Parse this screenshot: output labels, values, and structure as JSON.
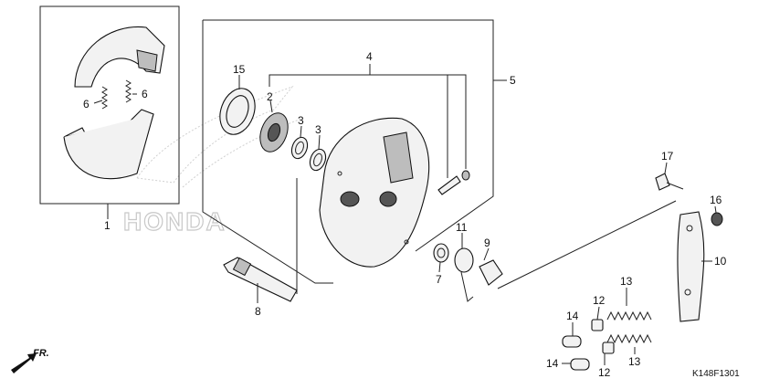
{
  "diagram": {
    "watermark": "HONDA",
    "drawing_code": "K148F1301",
    "direction_label": "FR.",
    "callouts": [
      {
        "id": "c1",
        "text": "1"
      },
      {
        "id": "c2",
        "text": "2"
      },
      {
        "id": "c3a",
        "text": "3"
      },
      {
        "id": "c3b",
        "text": "3"
      },
      {
        "id": "c4",
        "text": "4"
      },
      {
        "id": "c5",
        "text": "5"
      },
      {
        "id": "c6a",
        "text": "6"
      },
      {
        "id": "c6b",
        "text": "6"
      },
      {
        "id": "c7",
        "text": "7"
      },
      {
        "id": "c8",
        "text": "8"
      },
      {
        "id": "c9",
        "text": "9"
      },
      {
        "id": "c10",
        "text": "10"
      },
      {
        "id": "c11",
        "text": "11"
      },
      {
        "id": "c12a",
        "text": "12"
      },
      {
        "id": "c12b",
        "text": "12"
      },
      {
        "id": "c13a",
        "text": "13"
      },
      {
        "id": "c13b",
        "text": "13"
      },
      {
        "id": "c14a",
        "text": "14"
      },
      {
        "id": "c14b",
        "text": "14"
      },
      {
        "id": "c15",
        "text": "15"
      },
      {
        "id": "c16",
        "text": "16"
      },
      {
        "id": "c17",
        "text": "17"
      }
    ],
    "colors": {
      "line": "#111111",
      "watermark": "#c8c8c8",
      "background": "#ffffff"
    }
  }
}
